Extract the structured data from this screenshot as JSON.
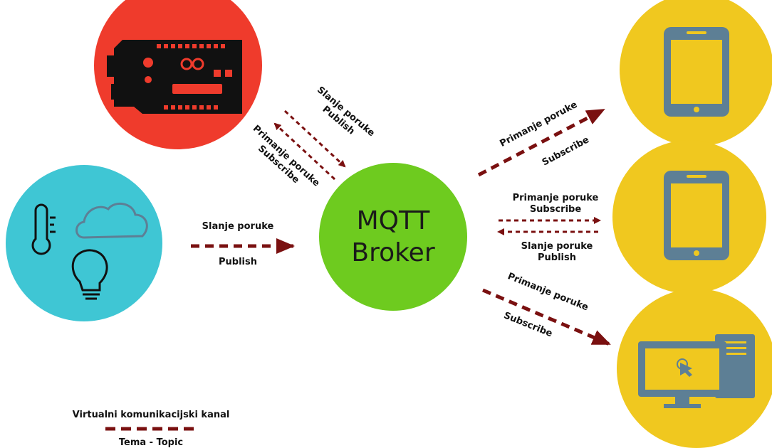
{
  "broker": {
    "line1": "MQTT",
    "line2": "Broker",
    "color": "#6ecb1f"
  },
  "nodes": {
    "arduino": {
      "icon": "arduino-board-icon",
      "color": "#ef3b2c"
    },
    "sensors": {
      "icons": [
        "thermometer-icon",
        "cloud-icon",
        "lightbulb-icon"
      ],
      "color": "#3fc6d4"
    },
    "phone_top": {
      "icon": "smartphone-icon",
      "color": "#f0c81f"
    },
    "phone_mid": {
      "icon": "smartphone-icon",
      "color": "#f0c81f"
    },
    "computer": {
      "icon": "desktop-computer-icon",
      "color": "#f0c81f"
    }
  },
  "labels": {
    "arduino_publish_1": "Slanje poruke",
    "arduino_publish_2": "Publish",
    "arduino_subscribe_1": "Primanje poruke",
    "arduino_subscribe_2": "Subscribe",
    "sensors_publish_1": "Slanje poruke",
    "sensors_publish_2": "Publish",
    "phone_top_1": "Primanje poruke",
    "phone_top_2": "Subscribe",
    "phone_mid_sub_1": "Primanje poruke",
    "phone_mid_sub_2": "Subscribe",
    "phone_mid_pub_1": "Slanje poruke",
    "phone_mid_pub_2": "Publish",
    "computer_1": "Primanje poruke",
    "computer_2": "Subscribe"
  },
  "legend": {
    "title": "Virtualni komunikacijski kanal",
    "caption": "Tema - Topic"
  },
  "colors": {
    "arrow": "#7a1010",
    "icon_dark": "#111111",
    "device_body": "#5d7f95",
    "device_screen": "#f0c81f"
  }
}
